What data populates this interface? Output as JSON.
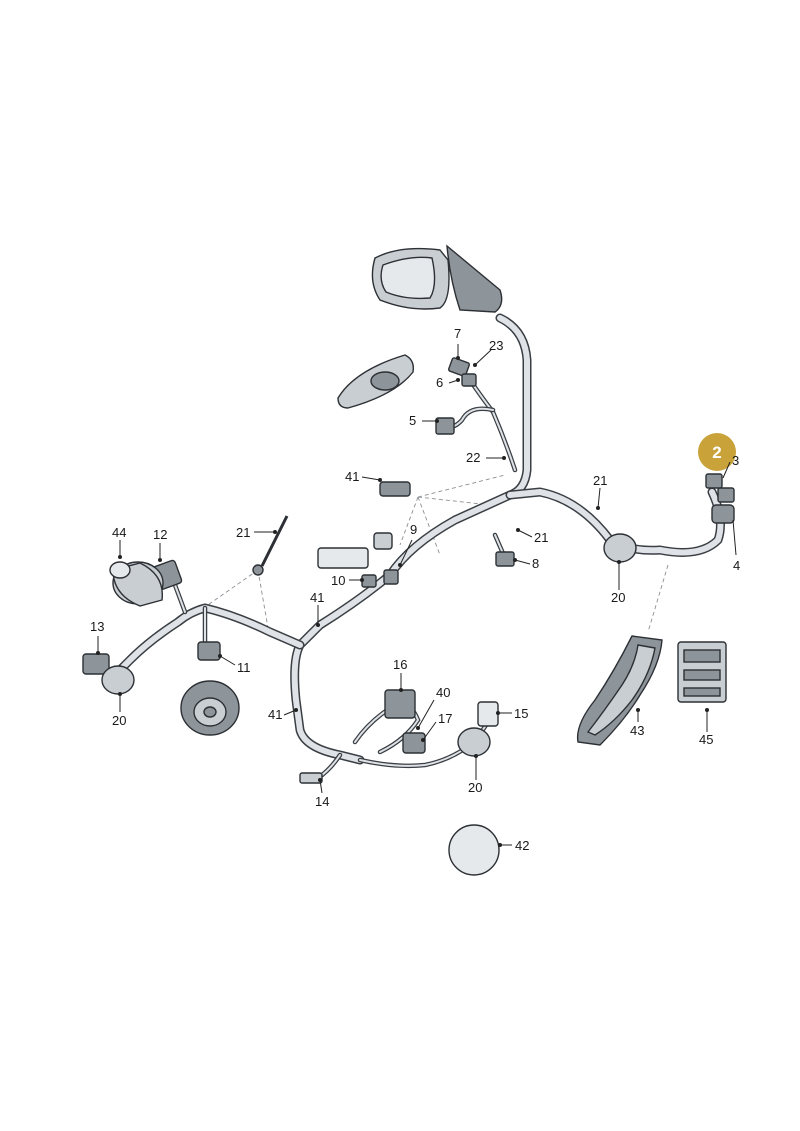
{
  "diagram": {
    "callout_badge": {
      "number": "2",
      "color": "#c9a23a"
    },
    "labels": {
      "p1": "3",
      "p2": "4",
      "p3": "5",
      "p4": "6",
      "p5": "7",
      "p6": "8",
      "p7": "9",
      "p8": "10",
      "p9": "11",
      "p10": "12",
      "p11": "13",
      "p12": "14",
      "p13": "15",
      "p14": "16",
      "p15": "17",
      "p16": "20",
      "p17": "20",
      "p18": "20",
      "p19": "20",
      "p20": "21",
      "p21": "21",
      "p22": "21",
      "p23": "22",
      "p24": "23",
      "p25": "40",
      "p26": "41",
      "p27": "41",
      "p28": "41",
      "p29": "42",
      "p30": "43",
      "p31": "44",
      "p32": "45"
    }
  }
}
